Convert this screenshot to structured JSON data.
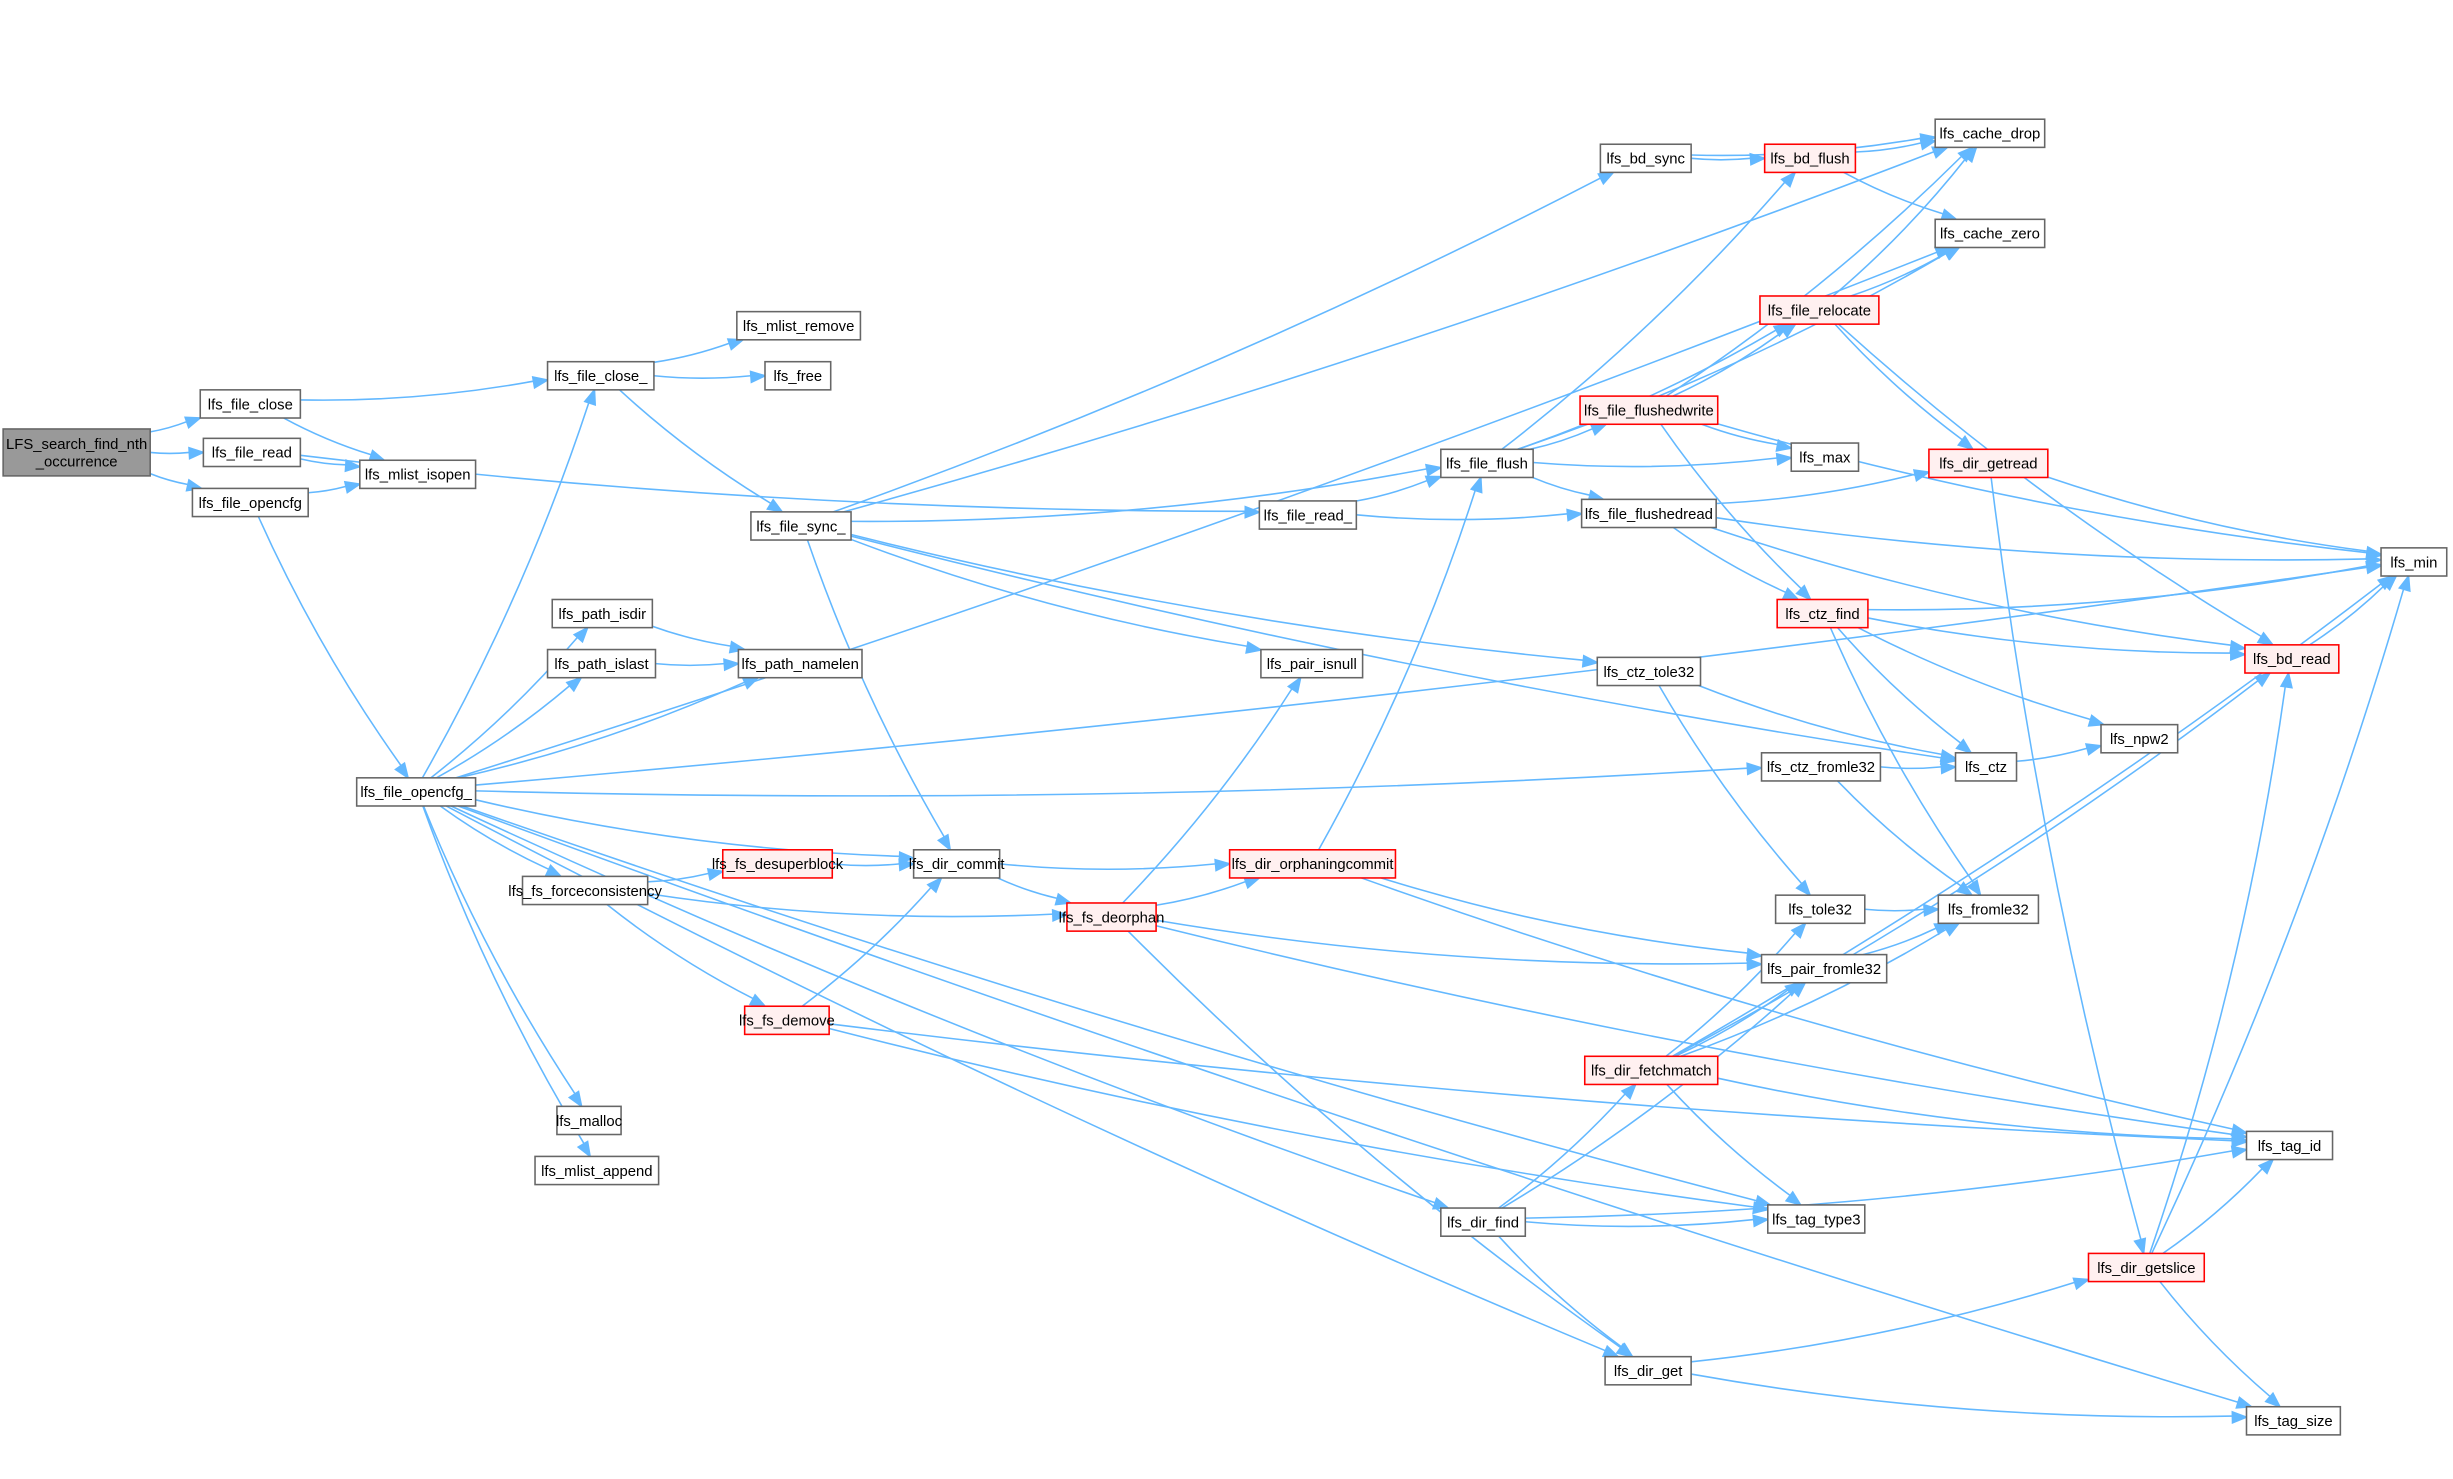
{
  "graph": {
    "edge_color": "#63b8ff",
    "root_fill": "#999999",
    "truncated_border": "#ff0000",
    "truncated_fill": "#fff0f0",
    "nodes": [
      {
        "id": "root",
        "label": [
          "LFS_search_find_nth",
          "_occurrence"
        ],
        "style": "root"
      },
      {
        "id": "file_close",
        "label": [
          "lfs_file_close"
        ],
        "style": "normal"
      },
      {
        "id": "file_read",
        "label": [
          "lfs_file_read"
        ],
        "style": "normal"
      },
      {
        "id": "file_opencfg",
        "label": [
          "lfs_file_opencfg"
        ],
        "style": "normal"
      },
      {
        "id": "mlist_isopen",
        "label": [
          "lfs_mlist_isopen"
        ],
        "style": "normal"
      },
      {
        "id": "file_close_",
        "label": [
          "lfs_file_close_"
        ],
        "style": "normal"
      },
      {
        "id": "mlist_remove",
        "label": [
          "lfs_mlist_remove"
        ],
        "style": "normal"
      },
      {
        "id": "free",
        "label": [
          "lfs_free"
        ],
        "style": "normal"
      },
      {
        "id": "file_sync_",
        "label": [
          "lfs_file_sync_"
        ],
        "style": "normal"
      },
      {
        "id": "file_opencfg_",
        "label": [
          "lfs_file_opencfg_"
        ],
        "style": "normal"
      },
      {
        "id": "path_isdir",
        "label": [
          "lfs_path_isdir"
        ],
        "style": "normal"
      },
      {
        "id": "path_islast",
        "label": [
          "lfs_path_islast"
        ],
        "style": "normal"
      },
      {
        "id": "path_namelen",
        "label": [
          "lfs_path_namelen"
        ],
        "style": "normal"
      },
      {
        "id": "fs_forceconsistency",
        "label": [
          "lfs_fs_forceconsistency"
        ],
        "style": "normal"
      },
      {
        "id": "fs_desuperblock",
        "label": [
          "lfs_fs_desuperblock"
        ],
        "style": "truncated"
      },
      {
        "id": "dir_commit",
        "label": [
          "lfs_dir_commit"
        ],
        "style": "normal"
      },
      {
        "id": "fs_deorphan",
        "label": [
          "lfs_fs_deorphan"
        ],
        "style": "truncated"
      },
      {
        "id": "fs_demove",
        "label": [
          "lfs_fs_demove"
        ],
        "style": "truncated"
      },
      {
        "id": "malloc",
        "label": [
          "lfs_malloc"
        ],
        "style": "normal"
      },
      {
        "id": "mlist_append",
        "label": [
          "lfs_mlist_append"
        ],
        "style": "normal"
      },
      {
        "id": "file_read_",
        "label": [
          "lfs_file_read_"
        ],
        "style": "normal"
      },
      {
        "id": "pair_isnull",
        "label": [
          "lfs_pair_isnull"
        ],
        "style": "normal"
      },
      {
        "id": "bd_sync",
        "label": [
          "lfs_bd_sync"
        ],
        "style": "normal"
      },
      {
        "id": "file_flush",
        "label": [
          "lfs_file_flush"
        ],
        "style": "normal"
      },
      {
        "id": "dir_orphaningcommit",
        "label": [
          "lfs_dir_orphaningcommit"
        ],
        "style": "truncated"
      },
      {
        "id": "dir_find",
        "label": [
          "lfs_dir_find"
        ],
        "style": "normal"
      },
      {
        "id": "dir_get",
        "label": [
          "lfs_dir_get"
        ],
        "style": "normal"
      },
      {
        "id": "bd_flush",
        "label": [
          "lfs_bd_flush"
        ],
        "style": "truncated"
      },
      {
        "id": "file_flushedwrite",
        "label": [
          "lfs_file_flushedwrite"
        ],
        "style": "truncated"
      },
      {
        "id": "file_flushedread",
        "label": [
          "lfs_file_flushedread"
        ],
        "style": "normal"
      },
      {
        "id": "ctz_tole32",
        "label": [
          "lfs_ctz_tole32"
        ],
        "style": "normal"
      },
      {
        "id": "ctz_fromle32",
        "label": [
          "lfs_ctz_fromle32"
        ],
        "style": "normal"
      },
      {
        "id": "dir_fetchmatch",
        "label": [
          "lfs_dir_fetchmatch"
        ],
        "style": "truncated"
      },
      {
        "id": "file_relocate",
        "label": [
          "lfs_file_relocate"
        ],
        "style": "truncated"
      },
      {
        "id": "max",
        "label": [
          "lfs_max"
        ],
        "style": "normal"
      },
      {
        "id": "ctz_find",
        "label": [
          "lfs_ctz_find"
        ],
        "style": "truncated"
      },
      {
        "id": "tole32",
        "label": [
          "lfs_tole32"
        ],
        "style": "normal"
      },
      {
        "id": "pair_fromle32",
        "label": [
          "lfs_pair_fromle32"
        ],
        "style": "normal"
      },
      {
        "id": "cache_drop",
        "label": [
          "lfs_cache_drop"
        ],
        "style": "normal"
      },
      {
        "id": "cache_zero",
        "label": [
          "lfs_cache_zero"
        ],
        "style": "normal"
      },
      {
        "id": "dir_getread",
        "label": [
          "lfs_dir_getread"
        ],
        "style": "truncated"
      },
      {
        "id": "ctz",
        "label": [
          "lfs_ctz"
        ],
        "style": "normal"
      },
      {
        "id": "fromle32",
        "label": [
          "lfs_fromle32"
        ],
        "style": "normal"
      },
      {
        "id": "tag_type3",
        "label": [
          "lfs_tag_type3"
        ],
        "style": "normal"
      },
      {
        "id": "dir_getslice",
        "label": [
          "lfs_dir_getslice"
        ],
        "style": "truncated"
      },
      {
        "id": "min",
        "label": [
          "lfs_min"
        ],
        "style": "normal"
      },
      {
        "id": "bd_read",
        "label": [
          "lfs_bd_read"
        ],
        "style": "truncated"
      },
      {
        "id": "npw2",
        "label": [
          "lfs_npw2"
        ],
        "style": "normal"
      },
      {
        "id": "tag_id",
        "label": [
          "lfs_tag_id"
        ],
        "style": "normal"
      },
      {
        "id": "tag_size",
        "label": [
          "lfs_tag_size"
        ],
        "style": "normal"
      }
    ],
    "edges": [
      [
        "root",
        "file_close"
      ],
      [
        "root",
        "file_read"
      ],
      [
        "root",
        "file_opencfg"
      ],
      [
        "file_close",
        "file_close_"
      ],
      [
        "file_close",
        "mlist_isopen"
      ],
      [
        "file_read",
        "mlist_isopen"
      ],
      [
        "file_read",
        "file_read_"
      ],
      [
        "file_opencfg",
        "mlist_isopen"
      ],
      [
        "file_opencfg",
        "file_opencfg_"
      ],
      [
        "file_close_",
        "mlist_remove"
      ],
      [
        "file_close_",
        "free"
      ],
      [
        "file_close_",
        "file_sync_"
      ],
      [
        "file_sync_",
        "bd_sync"
      ],
      [
        "file_sync_",
        "cache_drop"
      ],
      [
        "file_sync_",
        "file_flush"
      ],
      [
        "file_sync_",
        "ctz"
      ],
      [
        "file_sync_",
        "ctz_tole32"
      ],
      [
        "file_sync_",
        "pair_isnull"
      ],
      [
        "file_sync_",
        "dir_commit"
      ],
      [
        "file_opencfg_",
        "file_close_"
      ],
      [
        "file_opencfg_",
        "min"
      ],
      [
        "file_opencfg_",
        "cache_zero"
      ],
      [
        "file_opencfg_",
        "path_isdir"
      ],
      [
        "file_opencfg_",
        "path_islast"
      ],
      [
        "file_opencfg_",
        "path_namelen"
      ],
      [
        "file_opencfg_",
        "ctz_fromle32"
      ],
      [
        "file_opencfg_",
        "dir_commit"
      ],
      [
        "file_opencfg_",
        "fs_forceconsistency"
      ],
      [
        "file_opencfg_",
        "malloc"
      ],
      [
        "file_opencfg_",
        "mlist_append"
      ],
      [
        "file_opencfg_",
        "dir_find"
      ],
      [
        "file_opencfg_",
        "tag_type3"
      ],
      [
        "file_opencfg_",
        "dir_get"
      ],
      [
        "file_opencfg_",
        "tag_size"
      ],
      [
        "path_isdir",
        "path_namelen"
      ],
      [
        "path_islast",
        "path_namelen"
      ],
      [
        "fs_forceconsistency",
        "fs_desuperblock"
      ],
      [
        "fs_forceconsistency",
        "fs_deorphan"
      ],
      [
        "fs_forceconsistency",
        "fs_demove"
      ],
      [
        "fs_desuperblock",
        "dir_commit"
      ],
      [
        "dir_commit",
        "dir_orphaningcommit"
      ],
      [
        "dir_commit",
        "fs_deorphan"
      ],
      [
        "fs_deorphan",
        "pair_isnull"
      ],
      [
        "fs_deorphan",
        "dir_orphaningcommit"
      ],
      [
        "fs_deorphan",
        "tag_id"
      ],
      [
        "fs_deorphan",
        "pair_fromle32"
      ],
      [
        "fs_deorphan",
        "dir_get"
      ],
      [
        "fs_demove",
        "dir_commit"
      ],
      [
        "fs_demove",
        "tag_type3"
      ],
      [
        "fs_demove",
        "tag_id"
      ],
      [
        "file_read_",
        "file_flush"
      ],
      [
        "file_read_",
        "file_flushedread"
      ],
      [
        "bd_sync",
        "cache_drop"
      ],
      [
        "bd_sync",
        "bd_flush"
      ],
      [
        "bd_flush",
        "cache_drop"
      ],
      [
        "bd_flush",
        "cache_zero"
      ],
      [
        "file_flush",
        "bd_flush"
      ],
      [
        "file_flush",
        "cache_zero"
      ],
      [
        "file_flush",
        "file_flushedwrite"
      ],
      [
        "file_flush",
        "file_relocate"
      ],
      [
        "file_flush",
        "max"
      ],
      [
        "file_flush",
        "file_flushedread"
      ],
      [
        "file_flushedwrite",
        "file_relocate"
      ],
      [
        "file_flushedwrite",
        "cache_drop"
      ],
      [
        "file_flushedwrite",
        "max"
      ],
      [
        "file_flushedwrite",
        "min"
      ],
      [
        "file_flushedwrite",
        "ctz_find"
      ],
      [
        "file_relocate",
        "cache_drop"
      ],
      [
        "file_relocate",
        "cache_zero"
      ],
      [
        "file_relocate",
        "dir_getread"
      ],
      [
        "file_relocate",
        "bd_read"
      ],
      [
        "file_flushedread",
        "dir_getread"
      ],
      [
        "file_flushedread",
        "min"
      ],
      [
        "file_flushedread",
        "ctz_find"
      ],
      [
        "file_flushedread",
        "bd_read"
      ],
      [
        "dir_getread",
        "min"
      ],
      [
        "dir_getread",
        "dir_getslice"
      ],
      [
        "ctz_find",
        "min"
      ],
      [
        "ctz_find",
        "bd_read"
      ],
      [
        "ctz_find",
        "ctz"
      ],
      [
        "ctz_find",
        "npw2"
      ],
      [
        "ctz_find",
        "fromle32"
      ],
      [
        "ctz_tole32",
        "ctz"
      ],
      [
        "ctz_tole32",
        "tole32"
      ],
      [
        "ctz_fromle32",
        "ctz"
      ],
      [
        "ctz_fromle32",
        "fromle32"
      ],
      [
        "ctz",
        "npw2"
      ],
      [
        "bd_read",
        "min"
      ],
      [
        "dir_orphaningcommit",
        "file_flush"
      ],
      [
        "dir_orphaningcommit",
        "tag_id"
      ],
      [
        "dir_orphaningcommit",
        "pair_fromle32"
      ],
      [
        "tole32",
        "fromle32"
      ],
      [
        "pair_fromle32",
        "fromle32"
      ],
      [
        "dir_fetchmatch",
        "tole32"
      ],
      [
        "dir_fetchmatch",
        "pair_fromle32"
      ],
      [
        "dir_fetchmatch",
        "fromle32"
      ],
      [
        "dir_fetchmatch",
        "bd_read"
      ],
      [
        "dir_fetchmatch",
        "tag_id"
      ],
      [
        "dir_fetchmatch",
        "tag_type3"
      ],
      [
        "dir_fetchmatch",
        "min"
      ],
      [
        "dir_find",
        "pair_fromle32"
      ],
      [
        "dir_find",
        "dir_fetchmatch"
      ],
      [
        "dir_find",
        "tag_type3"
      ],
      [
        "dir_find",
        "tag_id"
      ],
      [
        "dir_find",
        "dir_get"
      ],
      [
        "dir_get",
        "dir_getslice"
      ],
      [
        "dir_get",
        "tag_size"
      ],
      [
        "dir_getslice",
        "bd_read"
      ],
      [
        "dir_getslice",
        "tag_id"
      ],
      [
        "dir_getslice",
        "min"
      ],
      [
        "dir_getslice",
        "tag_size"
      ]
    ]
  }
}
